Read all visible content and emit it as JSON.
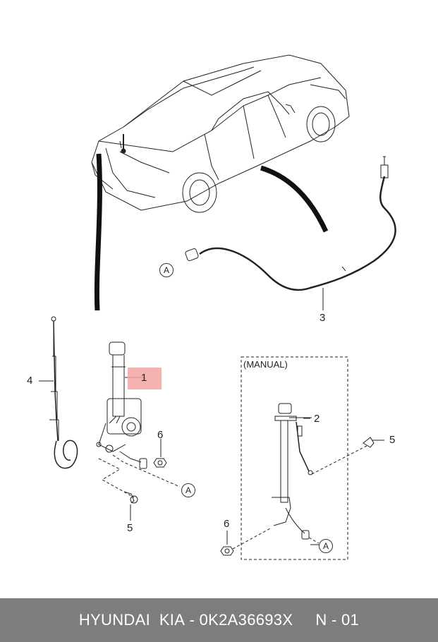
{
  "callouts": {
    "part1": "1",
    "part2": "2",
    "part3": "3",
    "part4": "4",
    "part5_left": "5",
    "part5_right": "5",
    "part6_left": "6",
    "part6_right": "6"
  },
  "connector_refs": {
    "a_cable": "A",
    "a_bracket": "A",
    "a_manual": "A"
  },
  "manual_box": {
    "title": "(MANUAL)"
  },
  "highlight_color": "#f4a3a3",
  "footer": {
    "brand": "HYUNDAI  KIA",
    "separator": " - ",
    "part_number": "0K2A36693X",
    "spacer": "     ",
    "page_code": "N - 01"
  }
}
